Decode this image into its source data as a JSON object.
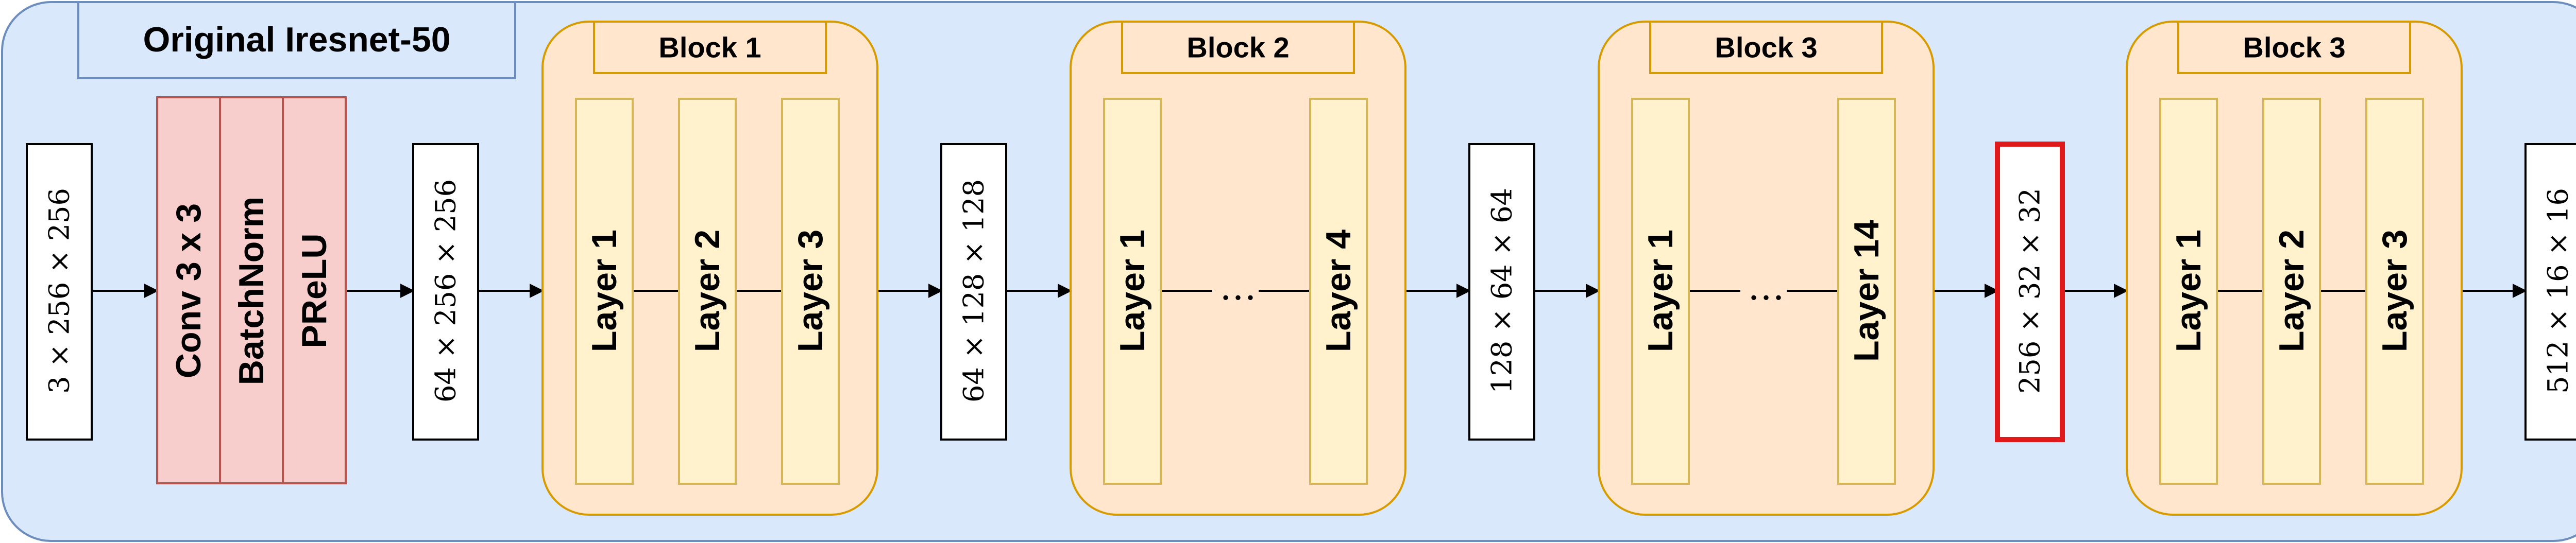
{
  "title": "Original Iresnet-50",
  "colors": {
    "background": "#dae8fc",
    "background_border": "#6c8ebf",
    "stem_fill": "#f8cecc",
    "stem_border": "#b85450",
    "block_fill": "#ffe6cc",
    "block_border": "#d79b00",
    "layer_fill": "#fff2cc",
    "layer_border": "#d6b656",
    "tensor_border": "#000000",
    "highlight_border": "#e0191b"
  },
  "tensors": [
    {
      "label": "3 × 256 × 256"
    },
    {
      "label": "64 × 256 × 256"
    },
    {
      "label": "64 × 128 × 128"
    },
    {
      "label": "128 × 64 × 64"
    },
    {
      "label": "256 × 32 × 32",
      "highlighted": true
    },
    {
      "label": "512 × 16 × 16"
    }
  ],
  "stem": [
    {
      "label": "Conv 3 x 3"
    },
    {
      "label": "BatchNorm"
    },
    {
      "label": "PReLU"
    }
  ],
  "blocks": [
    {
      "title": "Block 1",
      "layers": [
        "Layer 1",
        "Layer 2",
        "Layer 3"
      ],
      "ellipsis": ""
    },
    {
      "title": "Block 2",
      "layers": [
        "Layer 1",
        "Layer 4"
      ],
      "ellipsis": "…"
    },
    {
      "title": "Block 3",
      "layers": [
        "Layer 1",
        "Layer 14"
      ],
      "ellipsis": "…"
    },
    {
      "title": "Block 3",
      "layers": [
        "Layer 1",
        "Layer 2",
        "Layer 3"
      ],
      "ellipsis": ""
    }
  ]
}
